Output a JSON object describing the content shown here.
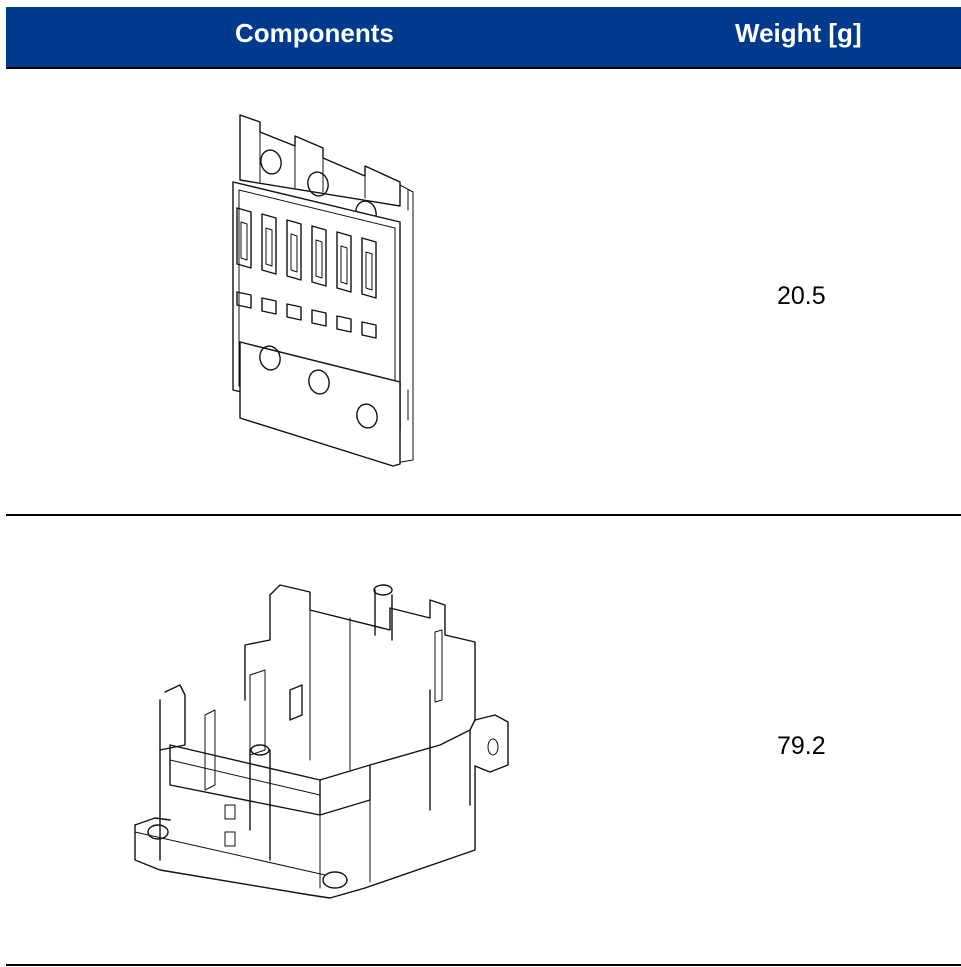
{
  "table": {
    "header": {
      "components_label": "Components",
      "weight_label": "Weight [g]"
    },
    "rows": [
      {
        "component_image": "terminal-cover-plate-drawing",
        "weight": "20.5"
      },
      {
        "component_image": "housing-base-drawing",
        "weight": "79.2"
      }
    ]
  },
  "colors": {
    "header_background": "#003a8c",
    "header_text": "#ffffff",
    "divider": "#000000"
  }
}
